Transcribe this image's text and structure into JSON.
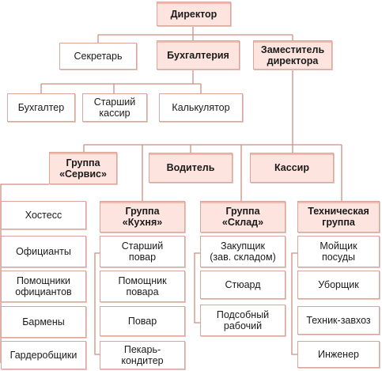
{
  "title": "Директор",
  "top_row": {
    "secretary": "Секретарь",
    "accounting": "Бухгалтерия",
    "deputy": "Заместитель\nдиректора"
  },
  "accounting_staff": {
    "accountant": "Бухгалтер",
    "senior_cashier": "Старший\nкассир",
    "calculator": "Калькулятор"
  },
  "middle_row": {
    "service_group": "Группа\n«Сервис»",
    "driver": "Водитель",
    "cashier": "Кассир"
  },
  "service": {
    "items": [
      "Хостесс",
      "Официанты",
      "Помощники\nофициантов",
      "Бармены",
      "Гардеробщики"
    ]
  },
  "kitchen": {
    "header": "Группа\n«Кухня»",
    "items": [
      "Старший\nповар",
      "Помощник\nповара",
      "Повар",
      "Пекарь-\nкондитер"
    ]
  },
  "warehouse": {
    "header": "Группа\n«Склад»",
    "items": [
      "Закупщик\n(зав. складом)",
      "Стюард",
      "Подсобный\nрабочий"
    ]
  },
  "technical": {
    "header": "Техническая\nгруппа",
    "items": [
      "Мойщик\nпосуды",
      "Уборщик",
      "Техник-завхоз",
      "Инженер"
    ]
  }
}
